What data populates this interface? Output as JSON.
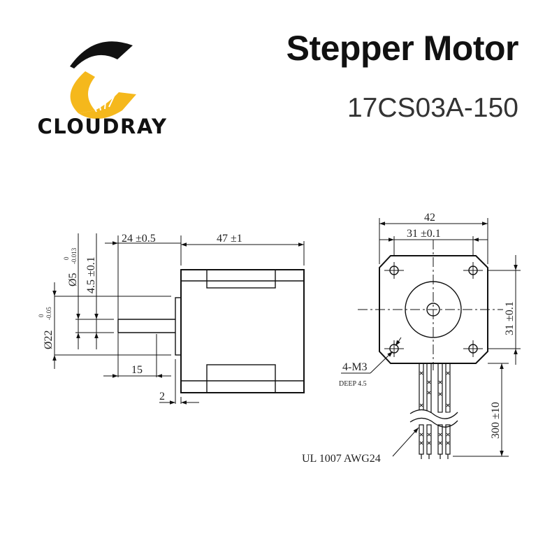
{
  "brand": {
    "name": "CLOUDRAY",
    "logo_icon": "cloudray-c-logo-icon",
    "colors": {
      "yellow": "#f5b81c",
      "black": "#111111"
    }
  },
  "header": {
    "title": "Stepper Motor",
    "model": "17CS03A-150"
  },
  "side_view": {
    "shaft_length": "24 ±0.5",
    "body_length": "47 ±1",
    "flat_length": "15",
    "boss_thickness": "2",
    "shaft_diameter": "Ø5",
    "shaft_diameter_tol_upper": "0",
    "shaft_diameter_tol_lower": "-0.013",
    "flat_depth": "4.5 ±0.1",
    "boss_diameter": "Ø22",
    "boss_diameter_tol_upper": "0",
    "boss_diameter_tol_lower": "-0.05"
  },
  "front_view": {
    "frame_size": "42",
    "hole_spacing_h": "31 ±0.1",
    "hole_spacing_v": "31 ±0.1",
    "mount_holes": "4-M3",
    "hole_depth": "DEEP 4.5",
    "lead_length": "300 ±10",
    "wire_spec": "UL 1007 AWG24"
  }
}
